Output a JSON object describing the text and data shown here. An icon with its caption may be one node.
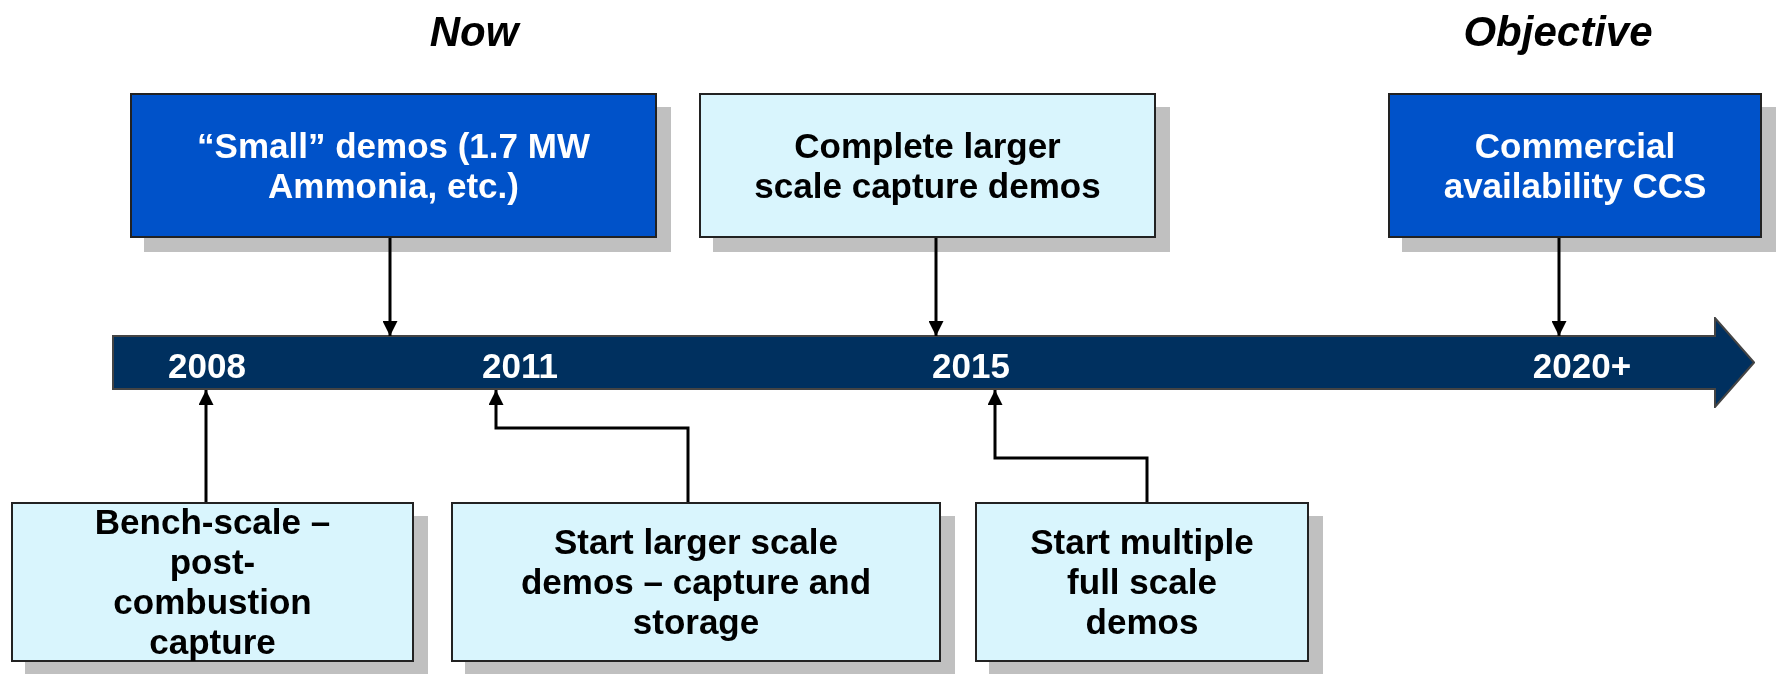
{
  "diagram": {
    "nodes": [
      {
        "text": [
          "“Small” demos (1.7 MW Ammonia, etc.)"
        ]
      },
      {
        "text": [
          "Complete larger scale capture demos"
        ]
      },
      {
        "text": [
          "Commercial availability CCS"
        ]
      },
      {
        "text": [
          "2008",
          "2011",
          "2015",
          "2020+"
        ]
      },
      {
        "text": [
          "Bench-scale – post- combustion capture"
        ]
      },
      {
        "text": [
          "Start larger scale demos – capture and storage"
        ]
      },
      {
        "text": [
          "Start multiple full scale demos"
        ]
      }
    ],
    "edges": [
      {
        "from": 0,
        "to": 3,
        "arrow": "to"
      },
      {
        "from": 1,
        "to": 3,
        "arrow": "to"
      },
      {
        "from": 2,
        "to": 3,
        "arrow": "to"
      },
      {
        "from": 4,
        "to": 3,
        "arrow": "to"
      },
      {
        "from": 5,
        "to": 3,
        "arrow": "to"
      },
      {
        "from": 6,
        "to": 3,
        "arrow": "to"
      }
    ],
    "labels": [
      "Now",
      "Objective"
    ]
  }
}
